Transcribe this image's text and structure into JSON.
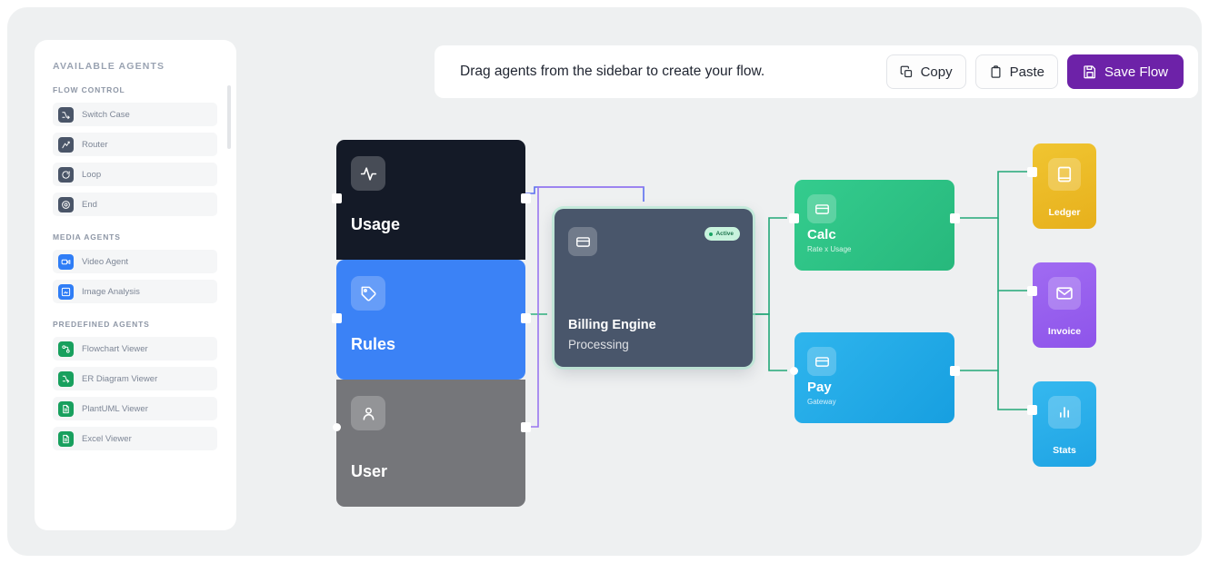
{
  "sidebar": {
    "title": "AVAILABLE AGENTS",
    "groups": [
      {
        "label": "FLOW CONTROL",
        "items": [
          {
            "label": "Switch Case",
            "icon": "switch-case-icon",
            "color": "#4a5568"
          },
          {
            "label": "Router",
            "icon": "router-icon",
            "color": "#4a5568"
          },
          {
            "label": "Loop",
            "icon": "loop-icon",
            "color": "#4a5568"
          },
          {
            "label": "End",
            "icon": "end-icon",
            "color": "#4a5568"
          }
        ]
      },
      {
        "label": "MEDIA AGENTS",
        "items": [
          {
            "label": "Video Agent",
            "icon": "video-icon",
            "color": "#2f7df6"
          },
          {
            "label": "Image Analysis",
            "icon": "image-icon",
            "color": "#2f7df6"
          }
        ]
      },
      {
        "label": "PREDEFINED AGENTS",
        "items": [
          {
            "label": "Flowchart Viewer",
            "icon": "flowchart-icon",
            "color": "#18a05e"
          },
          {
            "label": "ER Diagram Viewer",
            "icon": "er-diagram-icon",
            "color": "#18a05e"
          },
          {
            "label": "PlantUML Viewer",
            "icon": "document-icon",
            "color": "#18a05e"
          },
          {
            "label": "Excel Viewer",
            "icon": "document-icon",
            "color": "#18a05e"
          }
        ]
      }
    ]
  },
  "toolbar": {
    "hint": "Drag agents from the sidebar to create your flow.",
    "copy_label": "Copy",
    "paste_label": "Paste",
    "save_label": "Save Flow",
    "primary_color": "#6d22a8"
  },
  "canvas": {
    "nodes": [
      {
        "id": "usage",
        "title": "Usage",
        "subtitle": "",
        "icon": "activity-icon",
        "color": "#141a27"
      },
      {
        "id": "rules",
        "title": "Rules",
        "subtitle": "",
        "icon": "tag-icon",
        "color": "#3b82f6"
      },
      {
        "id": "user",
        "title": "User",
        "subtitle": "",
        "icon": "user-icon",
        "color": "#75767a"
      },
      {
        "id": "billing",
        "title": "Billing Engine",
        "subtitle": "Processing",
        "icon": "card-icon",
        "color": "#49566b",
        "badge": "Active"
      },
      {
        "id": "calc",
        "title": "Calc",
        "subtitle": "Rate x Usage",
        "icon": "card-icon",
        "color": "#2fc189"
      },
      {
        "id": "pay",
        "title": "Pay",
        "subtitle": "Gateway",
        "icon": "card-icon",
        "color": "#25a9e6"
      },
      {
        "id": "ledger",
        "title": "Ledger",
        "subtitle": "",
        "icon": "book-icon",
        "color": "#ebb91f"
      },
      {
        "id": "invoice",
        "title": "Invoice",
        "subtitle": "",
        "icon": "envelope-icon",
        "color": "#9560ef"
      },
      {
        "id": "stats",
        "title": "Stats",
        "subtitle": "",
        "icon": "bar-chart-icon",
        "color": "#2aade8"
      }
    ],
    "edges": [
      {
        "from": "usage",
        "to": "billing",
        "color": "#5b6ef0"
      },
      {
        "from": "rules",
        "to": "billing",
        "color": "#2fb27f"
      },
      {
        "from": "user",
        "to": "billing",
        "color": "#9a77f0"
      },
      {
        "from": "billing",
        "to": "calc",
        "color": "#22a878"
      },
      {
        "from": "billing",
        "to": "pay",
        "color": "#22a878"
      },
      {
        "from": "calc",
        "to": "ledger",
        "color": "#22a878"
      },
      {
        "from": "calc",
        "to": "invoice",
        "color": "#22a878"
      },
      {
        "from": "pay",
        "to": "invoice",
        "color": "#22a878"
      },
      {
        "from": "pay",
        "to": "stats",
        "color": "#22a878"
      }
    ]
  }
}
